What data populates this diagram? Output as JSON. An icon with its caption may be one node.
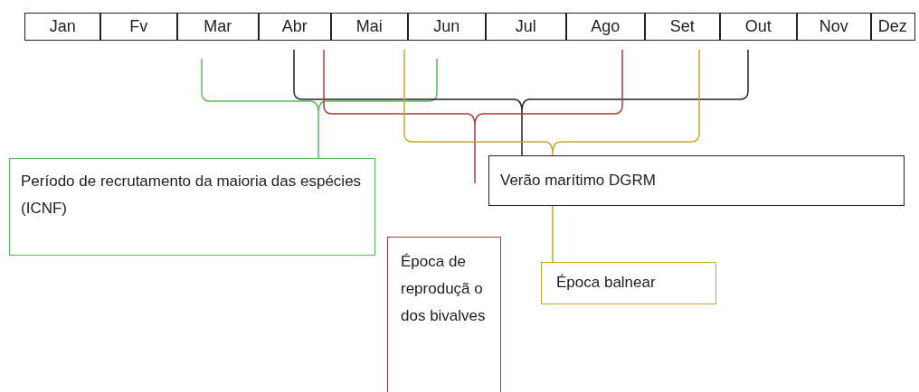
{
  "diagram": {
    "nodes": [
      {
        "text": [
          "Período de recrutamento da maioria das espécies (ICNF)"
        ]
      },
      {
        "text": [
          "Verão marítimo DGRM"
        ]
      },
      {
        "text": [
          "Época de reproduçã o dos bivalves"
        ]
      },
      {
        "text": [
          "Época balnear"
        ]
      }
    ],
    "labels": [
      "Jan",
      "Fv",
      "Mar",
      "Abr",
      "Mai",
      "Jun",
      "Jul",
      "Ago",
      "Set",
      "Out",
      "Nov",
      "Dez"
    ]
  }
}
